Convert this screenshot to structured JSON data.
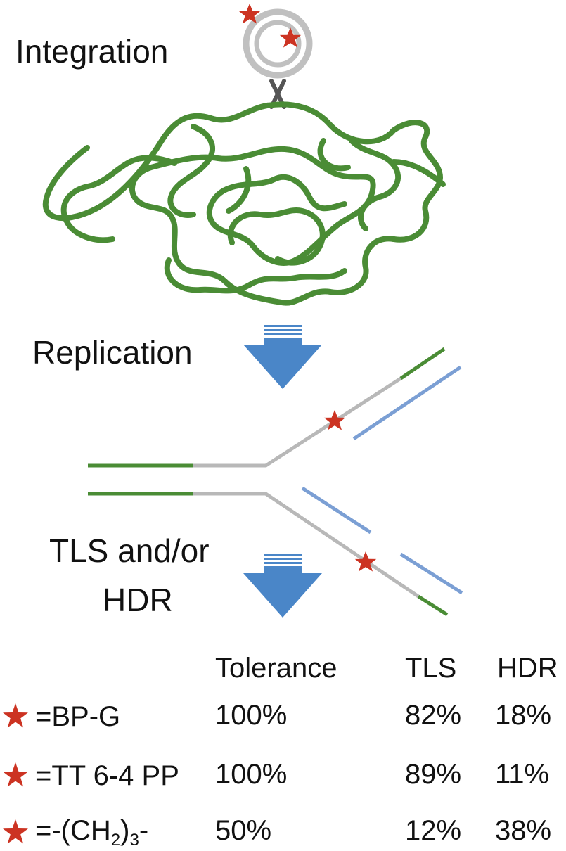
{
  "labels": {
    "integration": "Integration",
    "replication": "Replication",
    "tls_hdr_line1": "TLS and/or",
    "tls_hdr_line2": "HDR"
  },
  "colors": {
    "genome": "#4a8c35",
    "plasmid": "#c0c0c0",
    "star": "#cc3322",
    "arrow": "#4a86c8",
    "new_strand": "#7b9fd4",
    "parental": "#b8b8b8"
  },
  "table": {
    "headers": [
      "Tolerance",
      "TLS",
      "HDR"
    ],
    "rows": [
      {
        "lesion_prefix": "=BP-G",
        "lesion_sub1": "",
        "lesion_mid": "",
        "lesion_sub2": "",
        "lesion_suffix": "",
        "tolerance": "100%",
        "tls": "82%",
        "hdr": "18%"
      },
      {
        "lesion_prefix": "=TT 6-4 PP",
        "lesion_sub1": "",
        "lesion_mid": "",
        "lesion_sub2": "",
        "lesion_suffix": "",
        "tolerance": "100%",
        "tls": "89%",
        "hdr": "11%"
      },
      {
        "lesion_prefix": "=-(CH",
        "lesion_sub1": "2",
        "lesion_mid": ")",
        "lesion_sub2": "3",
        "lesion_suffix": "-",
        "tolerance": "50%",
        "tls": "12%",
        "hdr": "38%"
      }
    ]
  }
}
